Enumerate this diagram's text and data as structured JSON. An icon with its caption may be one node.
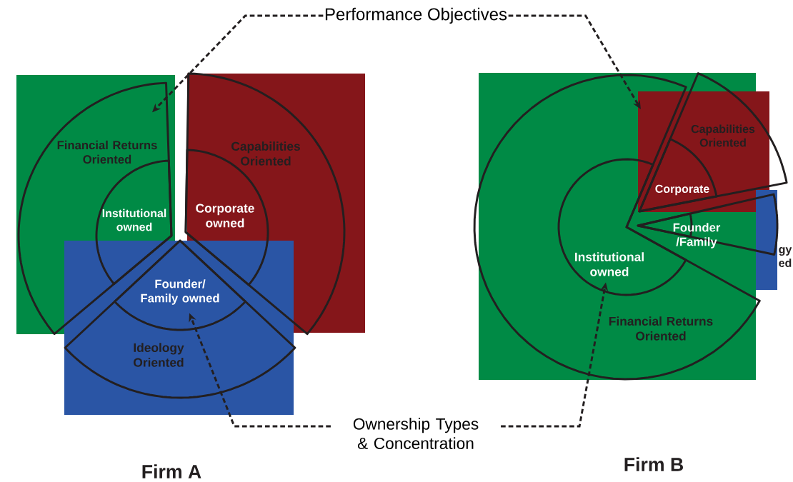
{
  "diagram": {
    "nodes": [
      {
        "text": [
          "Performance Objectives"
        ]
      },
      {
        "text": [
          "Ownership Types & Concentration"
        ]
      },
      {
        "text": [
          "Financial Returns Oriented"
        ]
      },
      {
        "text": [
          "Institutional owned"
        ],
        "in": 2
      },
      {
        "text": [
          "Capabilities Oriented"
        ]
      },
      {
        "text": [
          "Corporate owned"
        ],
        "in": 4
      },
      {
        "text": [
          "Ideology Oriented"
        ]
      },
      {
        "text": [
          "Founder/ Family owned"
        ],
        "in": 6
      },
      {
        "text": [
          "Financial Returns Oriented"
        ]
      },
      {
        "text": [
          "Institutional owned"
        ],
        "in": 8
      },
      {
        "text": [
          "Capabilities Oriented"
        ]
      },
      {
        "text": [
          "Corporate"
        ],
        "in": 10
      },
      {
        "text": [
          "gy ed"
        ]
      },
      {
        "text": [
          "Founder /Family"
        ],
        "in": 12
      }
    ],
    "edges": [
      {
        "from": 0,
        "to": 2,
        "arrow": "to",
        "style": "dashed"
      },
      {
        "from": 0,
        "to": 10,
        "arrow": "to",
        "style": "dashed"
      },
      {
        "from": 1,
        "to": 7,
        "arrow": "to",
        "style": "dashed"
      },
      {
        "from": 1,
        "to": 9,
        "arrow": "to",
        "style": "dashed"
      }
    ],
    "labels": [
      "Firm A",
      "Firm B"
    ]
  }
}
